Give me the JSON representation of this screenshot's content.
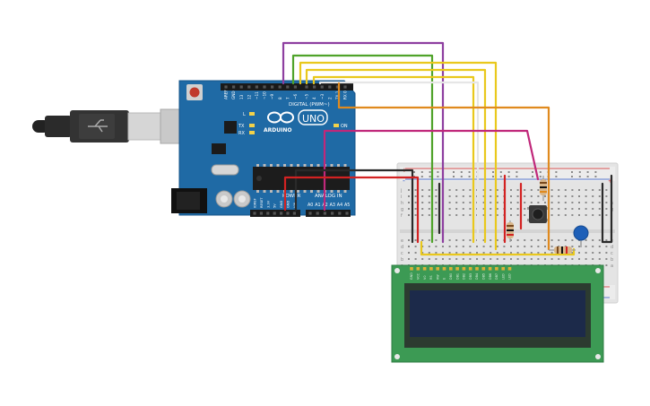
{
  "arduino": {
    "brand": "ARDUINO",
    "model": "UNO",
    "digital_header": "DIGITAL (PWM~)",
    "power_header": "POWER",
    "analog_header": "ANALOG IN",
    "on_label": "ON",
    "led_l": "L",
    "led_tx": "TX",
    "led_rx": "RX",
    "digital_pins": [
      "AREF",
      "GND",
      "13",
      "12",
      "~11",
      "~10",
      "~9",
      "8",
      "7",
      "~6",
      "~5",
      "4",
      "~3",
      "2",
      "TX 1",
      "RX 0"
    ],
    "power_pins": [
      "IOREF",
      "RESET",
      "3.3V",
      "5V",
      "GND",
      "GND",
      "VIN"
    ],
    "analog_pins": [
      "A0",
      "A1",
      "A2",
      "A3",
      "A4",
      "A5"
    ]
  },
  "breadboard": {
    "row_letters_top": [
      "j",
      "i",
      "h",
      "g",
      "f"
    ],
    "row_letters_bottom": [
      "e",
      "d",
      "c",
      "b",
      "a"
    ],
    "plus": "+",
    "minus": "-"
  },
  "lcd": {
    "pin_labels": [
      "GND",
      "VCC",
      "V0",
      "RS",
      "RW",
      "E",
      "DB0",
      "DB1",
      "DB2",
      "DB3",
      "DB4",
      "DB5",
      "DB6",
      "DB7",
      "LED",
      "LED"
    ]
  },
  "colors": {
    "arduino_blue": "#1f6aa5",
    "breadboard": "#e4e4e4",
    "lcd_green": "#3c9a54",
    "lcd_screen": "#1c2a4a",
    "wire_purple": "#8e3fa0",
    "wire_green": "#4fa32a",
    "wire_yellow": "#e9c81c",
    "wire_white": "#e8e8e8",
    "wire_orange": "#e08a1e",
    "wire_magenta": "#c0287a",
    "wire_red": "#d32222",
    "wire_black": "#2a2a2a"
  }
}
